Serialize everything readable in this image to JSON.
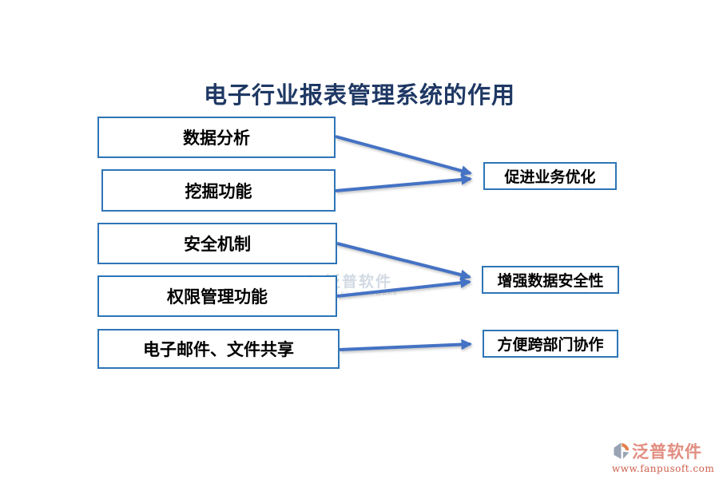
{
  "title": "电子行业报表管理系统的作用",
  "diagram": {
    "left_boxes": [
      {
        "label": "数据分析"
      },
      {
        "label": "挖掘功能"
      },
      {
        "label": "安全机制"
      },
      {
        "label": "权限管理功能"
      },
      {
        "label": "电子邮件、文件共享"
      }
    ],
    "right_boxes": [
      {
        "label": "促进业务优化"
      },
      {
        "label": "增强数据安全性"
      },
      {
        "label": "方便跨部门协作"
      }
    ],
    "connections": [
      {
        "from": "数据分析",
        "to": "促进业务优化"
      },
      {
        "from": "挖掘功能",
        "to": "促进业务优化"
      },
      {
        "from": "安全机制",
        "to": "增强数据安全性"
      },
      {
        "from": "权限管理功能",
        "to": "增强数据安全性"
      },
      {
        "from": "电子邮件、文件共享",
        "to": "方便跨部门协作"
      }
    ]
  },
  "watermarks": {
    "center": {
      "brand": "泛普软件",
      "sub": "FANPU SOFTWARE"
    },
    "bottom_right": {
      "brand": "泛普软件",
      "url": "www.fanpusoft.com"
    }
  },
  "colors": {
    "title_text": "#1f3864",
    "box_border": "#2e75b6",
    "box_text": "#000000",
    "arrow": "#4472c4",
    "watermark_center_text": "#aebccd",
    "watermark_brand_text": "#e18e80",
    "watermark_url_text": "#cd5f4c",
    "logo_gray": "#98a3b3",
    "logo_orange": "#e2804f"
  }
}
